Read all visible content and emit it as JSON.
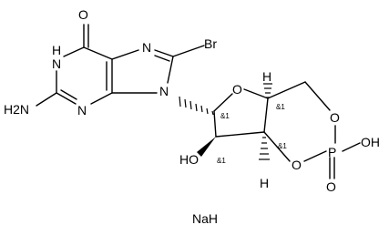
{
  "molecule": {
    "atoms": {
      "O6": "O",
      "N1": "N",
      "H1": "H",
      "NH2": "H2N",
      "N3": "N",
      "N7": "N",
      "Br": "Br",
      "N9": "N",
      "O4p": "O",
      "OH2p": "HO",
      "O5p": "O",
      "O3p": "O",
      "P": "P",
      "POH": "OH",
      "PO": "O",
      "H3p": "H",
      "H4p": "H"
    },
    "stereo": {
      "c1": "&1",
      "c2": "&1",
      "c3": "&1",
      "c4": "&1"
    },
    "counterion": "NaH"
  }
}
